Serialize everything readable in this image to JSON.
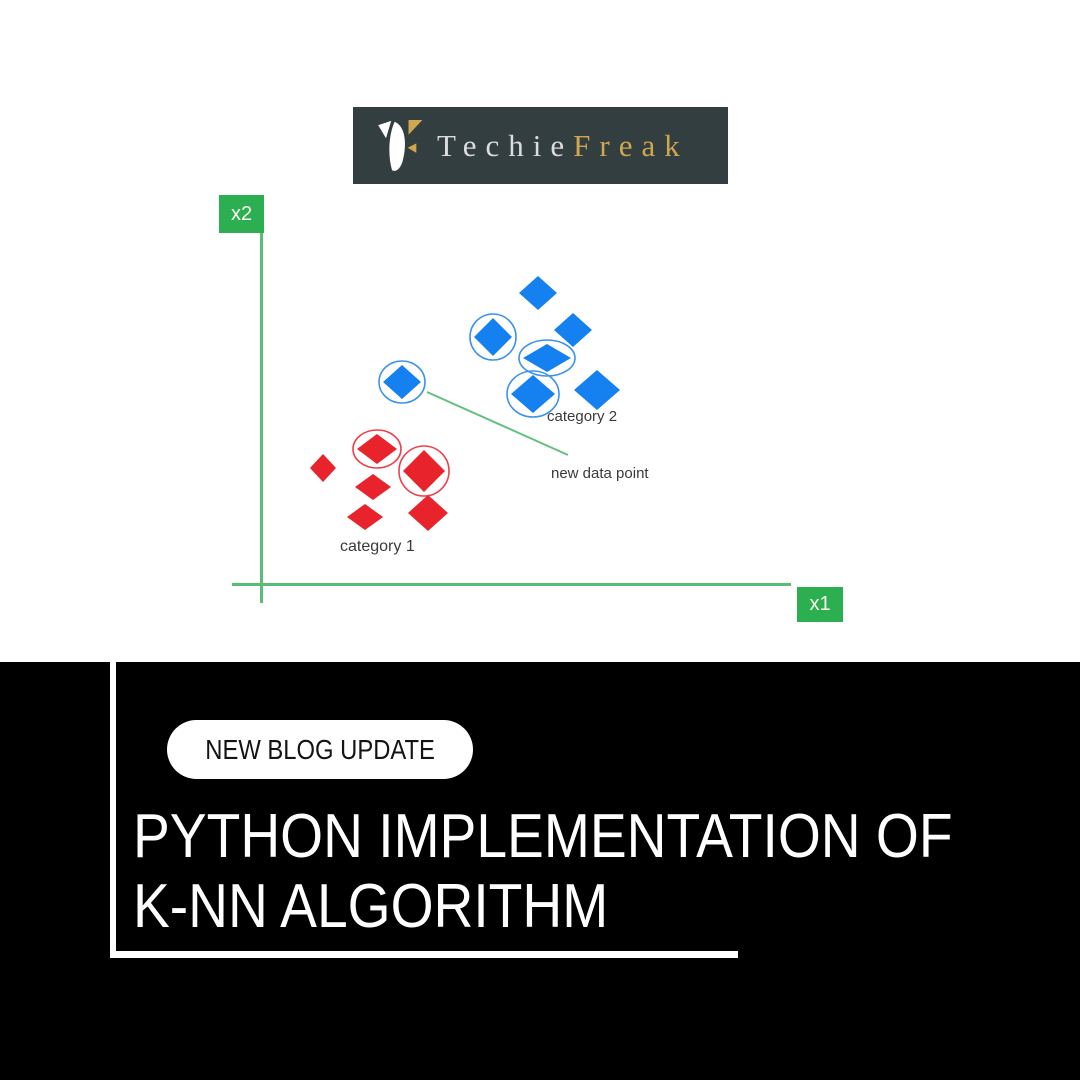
{
  "logo": {
    "brand_first": "Techie",
    "brand_second": "Freak",
    "bg_color": "#333e41",
    "first_color": "#dcdcdc",
    "second_color": "#d0a64e"
  },
  "diagram": {
    "y_axis_badge": "x2",
    "x_axis_badge": "x1",
    "badge_color": "#2baf50",
    "axis_line_color": "#5abd75",
    "labels": {
      "category2": "category 2",
      "category1": "category 1",
      "new_point": "new data point"
    }
  },
  "chart_data": {
    "type": "scatter",
    "title": "k-NN classification illustration",
    "xlabel": "x1",
    "ylabel": "x2",
    "axes_style": "conceptual green axes, no ticks or numeric scale",
    "coordinate_space": "screen pixels (y down), diagram area 1080x662",
    "series": [
      {
        "name": "category 2",
        "marker": "diamond",
        "color": "#1580ef",
        "ring_color": "#3b93ee",
        "points": [
          {
            "x": 538,
            "y": 293,
            "rx": 19,
            "ry": 17,
            "circled": false
          },
          {
            "x": 493,
            "y": 337,
            "rx": 19,
            "ry": 19,
            "circled": true
          },
          {
            "x": 573,
            "y": 330,
            "rx": 19,
            "ry": 17,
            "circled": false
          },
          {
            "x": 547,
            "y": 358,
            "rx": 24,
            "ry": 14,
            "circled": true
          },
          {
            "x": 533,
            "y": 394,
            "rx": 22,
            "ry": 19,
            "circled": true
          },
          {
            "x": 597,
            "y": 390,
            "rx": 23,
            "ry": 20,
            "circled": false
          },
          {
            "x": 402,
            "y": 382,
            "rx": 19,
            "ry": 17,
            "circled": true,
            "note": "new data point"
          }
        ]
      },
      {
        "name": "category 1",
        "marker": "diamond",
        "color": "#e8232b",
        "ring_color": "#ef4048",
        "points": [
          {
            "x": 323,
            "y": 468,
            "rx": 13,
            "ry": 14,
            "circled": false
          },
          {
            "x": 377,
            "y": 449,
            "rx": 20,
            "ry": 15,
            "circled": true
          },
          {
            "x": 424,
            "y": 471,
            "rx": 21,
            "ry": 21,
            "circled": true
          },
          {
            "x": 373,
            "y": 487,
            "rx": 18,
            "ry": 13,
            "circled": false
          },
          {
            "x": 365,
            "y": 517,
            "rx": 18,
            "ry": 13,
            "circled": false
          },
          {
            "x": 428,
            "y": 513,
            "rx": 20,
            "ry": 18,
            "circled": false
          }
        ]
      }
    ],
    "annotation_line": {
      "x1": 427,
      "y1": 392,
      "x2": 568,
      "y2": 455,
      "color": "#62c17e",
      "connects": "new data point marker to its text label"
    },
    "legend_position": "none"
  },
  "banner": {
    "tag_label": "NEW BLOG UPDATE",
    "title_line1": "PYTHON IMPLEMENTATION OF",
    "title_line2": "K-NN ALGORITHM",
    "bg_color": "#000000",
    "text_color": "#ffffff",
    "accent_frame_color": "#ffffff"
  }
}
